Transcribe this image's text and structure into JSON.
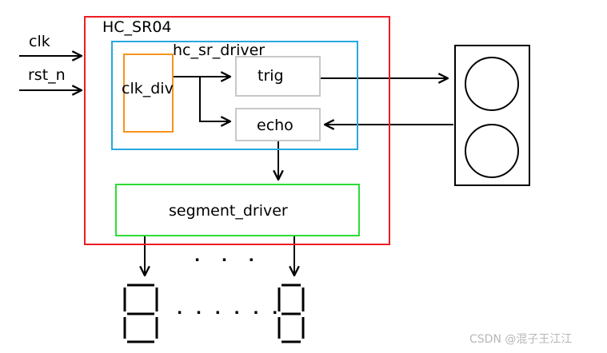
{
  "diagram": {
    "top_module": "HC_SR04",
    "driver_module": "hc_sr_driver",
    "blocks": {
      "clk_div": "clk_div",
      "trig": "trig",
      "echo": "echo",
      "segment_driver": "segment_driver"
    },
    "inputs": {
      "clk": "clk",
      "rst_n": "rst_n"
    },
    "dots_top": ". . .",
    "dots_bottom": ". . . . . ."
  },
  "colors": {
    "top_module_border": "#ee1c24",
    "driver_module_border": "#27a8e0",
    "clk_div_border": "#f7941d",
    "trig_echo_border": "#c8c8c8",
    "segment_driver_border": "#2ddc36",
    "line": "#000000"
  },
  "watermark": "CSDN @混子王江江"
}
